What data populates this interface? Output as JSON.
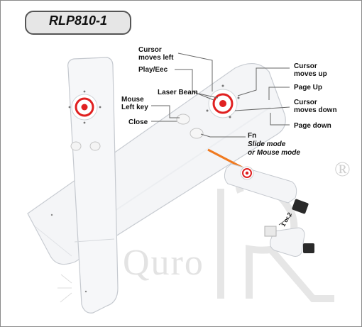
{
  "title": "RLP810-1",
  "labels": {
    "cursor_left_1": "Cursor",
    "cursor_left_2": "moves left",
    "play_esc": "Play/Eec",
    "laser_beam": "Laser Beam",
    "mouse_left_1": "Mouse",
    "mouse_left_2": "Left key",
    "close": "Close",
    "cursor_up_1": "Cursor",
    "cursor_up_2": "moves up",
    "page_up": "Page Up",
    "cursor_down_1": "Cursor",
    "cursor_down_2": "moves down",
    "page_down": "Page down",
    "fn": "Fn",
    "slide_mode": "Slide mode",
    "mouse_mode": "or Mouse mode",
    "one_or_two": "1 or 2"
  },
  "watermark": {
    "text": "Quro",
    "registered": "®"
  },
  "colors": {
    "laser_red": "#e02020",
    "label_text": "#111111",
    "bubble_fill": "#e6e6e6",
    "watermark": "#e3e3e3"
  }
}
